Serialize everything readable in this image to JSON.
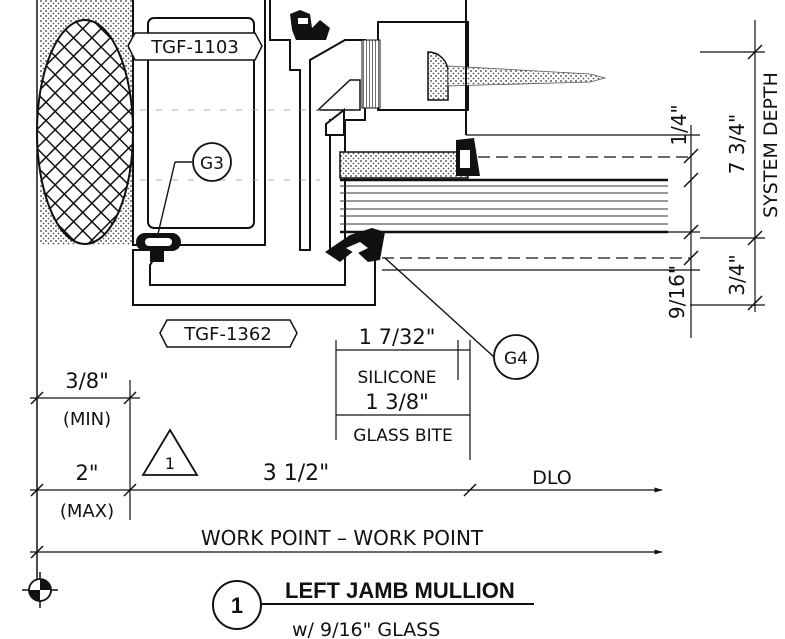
{
  "profiles": {
    "upper_profile": "TGF-1103",
    "lower_profile": "TGF-1362"
  },
  "gaskets": {
    "g3": "G3",
    "g4": "G4"
  },
  "dimensions": {
    "silicone_value": "1 7/32\"",
    "silicone_label": "SILICONE",
    "glass_bite_value": "1 3/8\"",
    "glass_bite_label": "GLASS BITE",
    "min_value": "3/8\"",
    "min_label": "(MIN)",
    "max_value": "2\"",
    "max_label": "(MAX)",
    "center_value": "3 1/2\"",
    "dlo": "DLO",
    "work_point": "WORK POINT – WORK POINT",
    "right_quarter": "1/4\"",
    "right_three_quarter_upper": "7 3/4\"",
    "right_three_quarter_lower": "3/4\"",
    "right_nine_sixteenth": "9/16\"",
    "system_depth": "SYSTEM DEPTH"
  },
  "revision_marker": "1",
  "detail": {
    "number": "1",
    "title": "LEFT JAMB MULLION",
    "subtitle": "w/ 9/16\" GLASS"
  }
}
